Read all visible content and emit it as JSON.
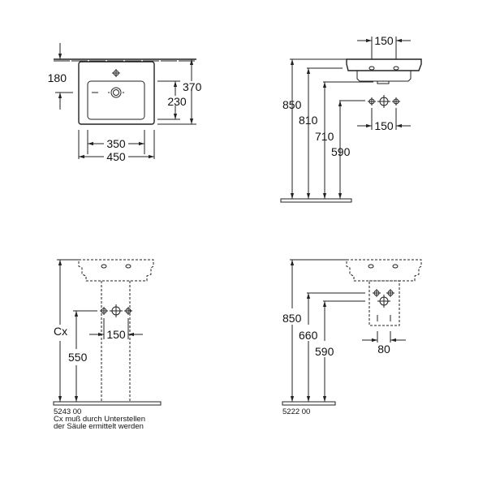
{
  "views": {
    "top_view": {
      "width_outer": "450",
      "width_inner": "350",
      "depth_total": "370",
      "depth_basin": "230",
      "tap_offset": "180"
    },
    "side_view": {
      "tap_spacing_top": "150",
      "rim_height": "850",
      "overflow_height": "810",
      "waste_height": "710",
      "supply_height": "590",
      "supply_spacing": "150"
    },
    "pedestal_view": {
      "total_label": "Cx",
      "supply_height": "550",
      "supply_spacing": "150",
      "article": "5243 00",
      "note_line1": "Cx muß durch Unterstellen",
      "note_line2": "der Säule ermittelt werden"
    },
    "semi_pedestal_view": {
      "rim_height": "850",
      "supply_height": "660",
      "waste_height": "590",
      "spacing": "80",
      "article": "5222 00"
    }
  }
}
